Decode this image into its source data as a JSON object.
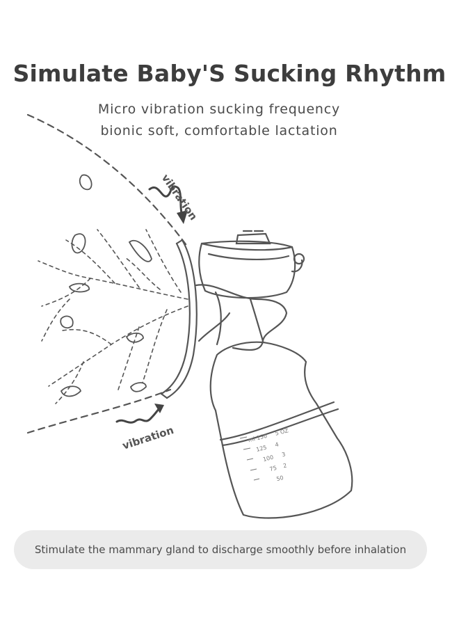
{
  "heading": {
    "title": "Simulate Baby'S Sucking Rhythm",
    "subtitle_line1": "Micro vibration sucking frequency",
    "subtitle_line2": "bionic soft, comfortable lactation"
  },
  "illustration": {
    "vibration_label_top": "vibration",
    "vibration_label_bottom": "vibration",
    "bottle_scale": [
      "ml 150",
      "5 OZ",
      "125",
      "4",
      "100",
      "3",
      "75",
      "2",
      "50"
    ]
  },
  "caption": {
    "text": "Stimulate the mammary gland to discharge smoothly before inhalation"
  },
  "colors": {
    "line": "#555555",
    "pill_background": "#ebebeb",
    "text": "#3d3d3d"
  }
}
